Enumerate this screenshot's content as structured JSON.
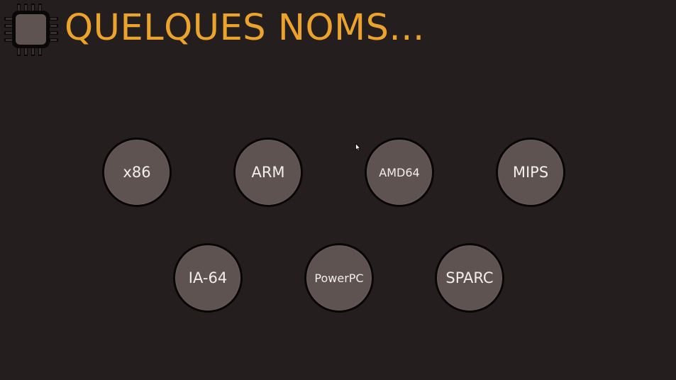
{
  "slide": {
    "title": "QUELQUES NOMS...",
    "icon": "cpu-chip-icon",
    "colors": {
      "background": "#241f1e",
      "title": "#eca32b",
      "bubble_fill": "#5f5352",
      "bubble_border": "#080606",
      "bubble_text": "#f2eeee"
    },
    "architectures": [
      "x86",
      "ARM",
      "AMD64",
      "MIPS",
      "IA-64",
      "PowerPC",
      "SPARC"
    ]
  }
}
